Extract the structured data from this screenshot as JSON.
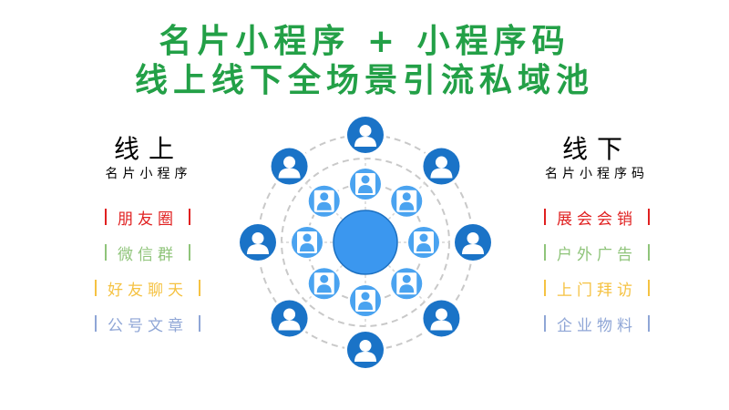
{
  "title": {
    "line1": "名片小程序 + 小程序码",
    "line2": "线上线下全场景引流私域池"
  },
  "left": {
    "heading": "线上",
    "subheading": "名片小程序",
    "items": [
      {
        "label": "朋友圈",
        "color": "#e02020"
      },
      {
        "label": "微信群",
        "color": "#8fc47a"
      },
      {
        "label": "好友聊天",
        "color": "#f5c242"
      },
      {
        "label": "公号文章",
        "color": "#8fa6d6"
      }
    ]
  },
  "right": {
    "heading": "线下",
    "subheading": "名片小程序码",
    "items": [
      {
        "label": "展会会销",
        "color": "#e02020"
      },
      {
        "label": "户外广告",
        "color": "#8fc47a"
      },
      {
        "label": "上门拜访",
        "color": "#f5c242"
      },
      {
        "label": "企业物料",
        "color": "#8fa6d6"
      }
    ]
  },
  "colors": {
    "title": "#23a047",
    "outer_node": "#1a73c7",
    "inner_node": "#4aa3f0",
    "center_node": "#3b97ef",
    "ring": "#c9c9c9"
  },
  "network": {
    "outer_icon": "person-icon",
    "inner_icon": "businessman-icon"
  }
}
